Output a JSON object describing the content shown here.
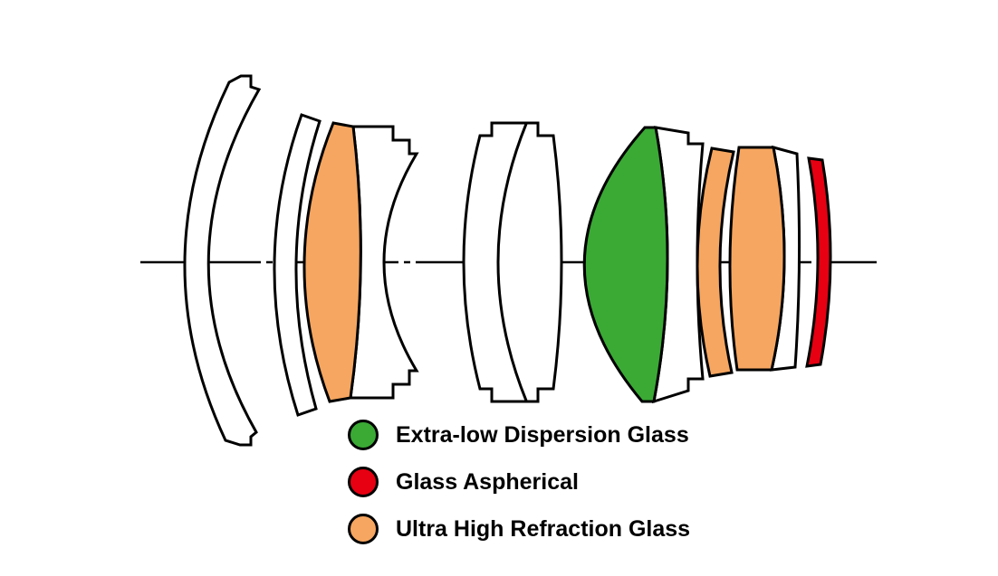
{
  "colors": {
    "background": "#ffffff",
    "line": "#000000",
    "ed_glass": "#3aaa35",
    "aspherical_glass": "#e60012",
    "uhr_glass": "#f6a660",
    "standard_glass": "#ffffff"
  },
  "legend": {
    "items": [
      {
        "id": "ed-glass",
        "label": "Extra-low Dispersion Glass",
        "color": "#3aaa35"
      },
      {
        "id": "aspherical",
        "label": "Glass Aspherical",
        "color": "#e60012"
      },
      {
        "id": "uhr-glass",
        "label": "Ultra High Refraction Glass",
        "color": "#f6a660"
      }
    ]
  }
}
